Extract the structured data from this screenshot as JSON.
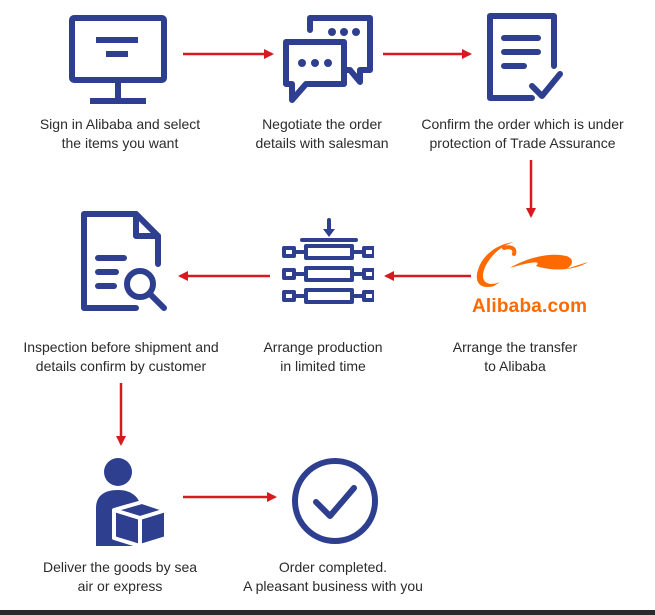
{
  "colors": {
    "icon": "#2e3f8f",
    "arrow": "#d71a1f",
    "text": "#2b2b2b",
    "alibaba_orange": "#ff6a00"
  },
  "steps": [
    {
      "icon": "monitor-icon",
      "lines": [
        "Sign in Alibaba and select",
        "the items you want"
      ]
    },
    {
      "icon": "chat-bubbles-icon",
      "lines": [
        "Negotiate the order",
        "details with salesman"
      ]
    },
    {
      "icon": "document-check-icon",
      "lines": [
        "Confirm the order which is under",
        "protection of Trade Assurance"
      ]
    },
    {
      "icon": "alibaba-logo",
      "logo_text": "Alibaba.com",
      "lines": [
        "Arrange the transfer",
        "to Alibaba"
      ]
    },
    {
      "icon": "production-line-icon",
      "lines": [
        "Arrange production",
        "in limited time"
      ]
    },
    {
      "icon": "document-search-icon",
      "lines": [
        "Inspection before shipment and",
        "details confirm by customer"
      ]
    },
    {
      "icon": "delivery-person-icon",
      "lines": [
        "Deliver the goods by sea",
        "air or express"
      ]
    },
    {
      "icon": "check-circle-icon",
      "lines": [
        "Order completed.",
        "A pleasant business with you"
      ]
    }
  ]
}
